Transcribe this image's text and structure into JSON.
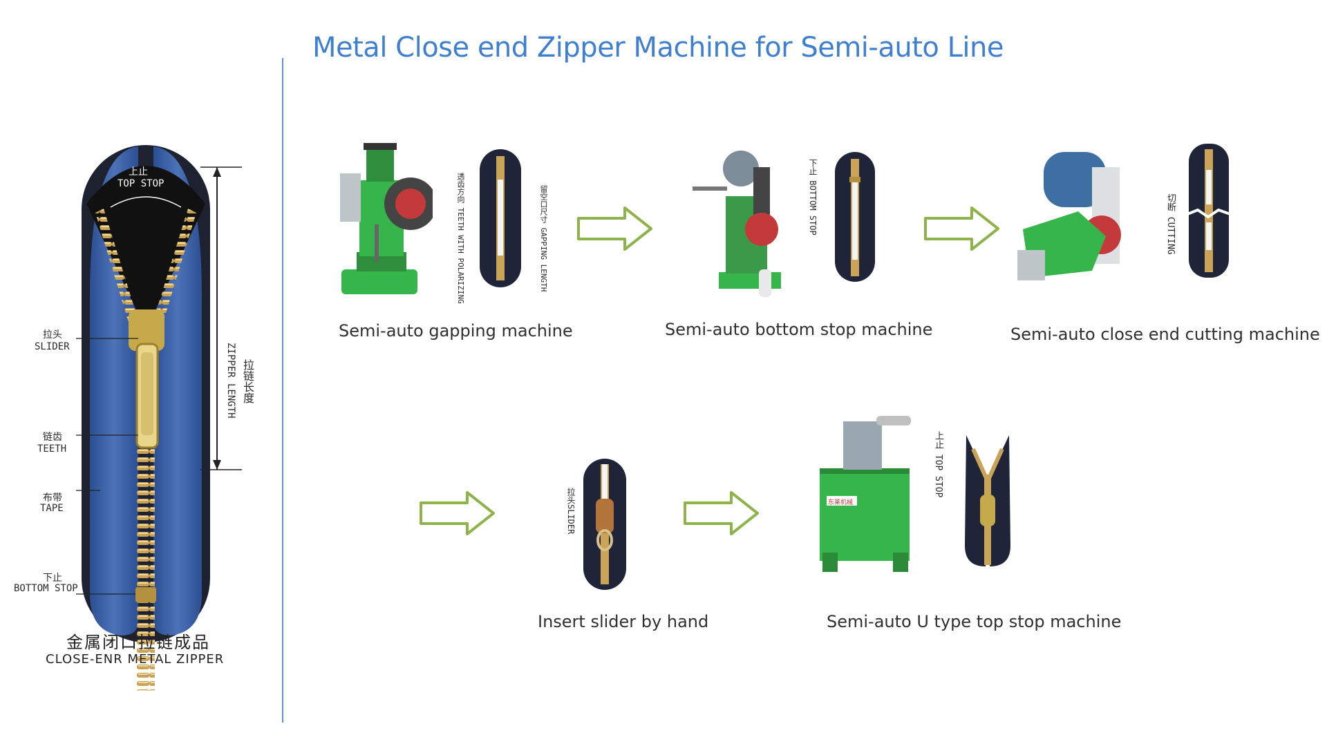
{
  "title": "Metal Close end Zipper Machine for Semi-auto Line",
  "colors": {
    "title": "#3e7fd1",
    "divider": "#5b8fd6",
    "arrow": "#8db34a",
    "machine_green": "#36b54a",
    "tape_blue": "#34579d",
    "teeth_gold": "#c9a456",
    "tape_dark": "#1f2438"
  },
  "hero": {
    "top_stop_cn": "上止",
    "top_stop_en": "TOP STOP",
    "slider_cn": "拉头",
    "slider_en": "SLIDER",
    "teeth_cn": "链齿",
    "teeth_en": "TEETH",
    "tape_cn": "布带",
    "tape_en": "TAPE",
    "bottom_stop_cn": "下止",
    "bottom_stop_en": "BOTTOM STOP",
    "length_cn": "拉链长度",
    "length_en": "ZIPPER LENGTH",
    "caption_cn": "金属闭口拉链成品",
    "caption_en": "CLOSE-ENR METAL ZIPPER"
  },
  "steps": {
    "gapping": {
      "caption": "Semi-auto gapping machine",
      "label1": "透齿方向 TEETH WITH POLARIZING",
      "label2": "留空口尺寸 GAPPING LENGTH"
    },
    "bottom_stop": {
      "caption": "Semi-auto bottom stop machine",
      "label": "下止 BOTTOM STOP"
    },
    "cutting": {
      "caption": "Semi-auto close end cutting machine",
      "label": "切断 CUTTING"
    },
    "slider": {
      "caption": "Insert slider by hand",
      "label": "拉头SLIDER"
    },
    "top_stop": {
      "caption": "Semi-auto U type top stop machine",
      "label": "上止 TOP STOP",
      "machine_badge": "东莱机械"
    }
  },
  "arrows": [
    "arrow-1",
    "arrow-2",
    "arrow-3",
    "arrow-4"
  ]
}
